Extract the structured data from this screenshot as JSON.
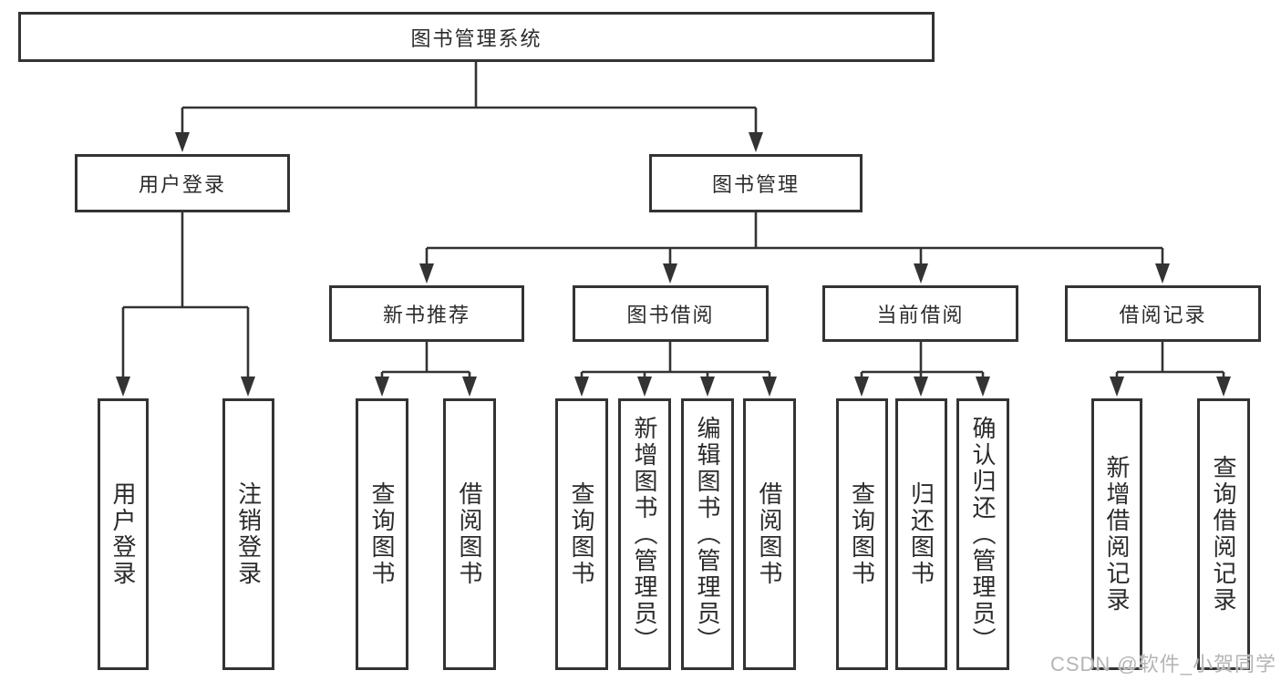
{
  "diagram": {
    "root": "图书管理系统",
    "branches": [
      {
        "label": "用户登录",
        "children": [
          "用户登录",
          "注销登录"
        ]
      },
      {
        "label": "图书管理",
        "groups": [
          {
            "label": "新书推荐",
            "children": [
              "查询图书",
              "借阅图书"
            ]
          },
          {
            "label": "图书借阅",
            "children": [
              "查询图书",
              "新增图书（管理员）",
              "编辑图书（管理员）",
              "借阅图书"
            ]
          },
          {
            "label": "当前借阅",
            "children": [
              "查询图书",
              "归还图书",
              "确认归还（管理员）"
            ]
          },
          {
            "label": "借阅记录",
            "children": [
              "新增借阅记录",
              "查询借阅记录"
            ]
          }
        ]
      }
    ],
    "line_color": "#333333"
  },
  "watermark": "CSDN @软件_小贺同学"
}
